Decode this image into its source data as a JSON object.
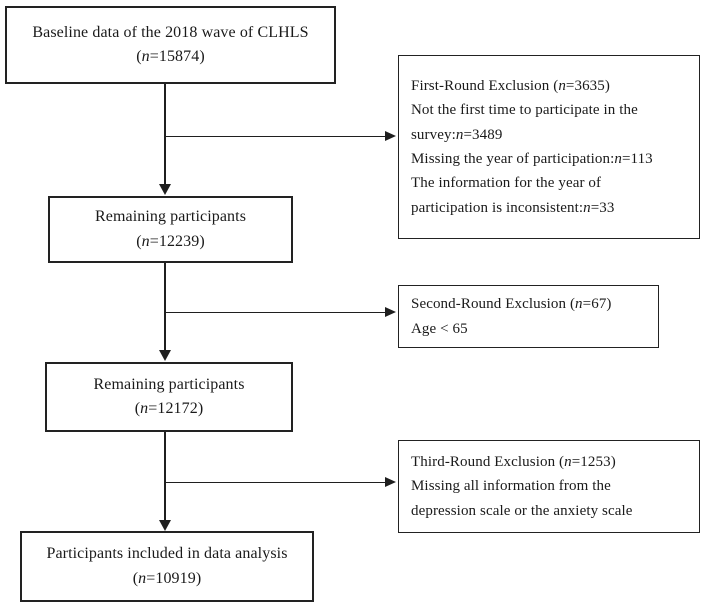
{
  "diagram": {
    "type": "flowchart",
    "title": "Participant selection flow diagram (CLHLS 2018)",
    "nodes": {
      "baseline": {
        "lines": [
          {
            "text": "Baseline data of the 2018 wave of CLHLS"
          },
          {
            "prefix": "(",
            "italic": "n",
            "suffix": "=15874)"
          }
        ]
      },
      "first_exclusion": {
        "lines": [
          {
            "text": "First-Round Exclusion (",
            "italic": "n",
            "suffix": "=3635)"
          },
          {
            "text": "Not the first time to participate in the"
          },
          {
            "text": "survey:",
            "italic": "n",
            "suffix": "=3489"
          },
          {
            "text": "Missing the year of participation:",
            "italic": "n",
            "suffix": "=113"
          },
          {
            "text": "The information for the year of"
          },
          {
            "text": "participation is inconsistent:",
            "italic": "n",
            "suffix": "=33"
          }
        ]
      },
      "remaining_1": {
        "lines": [
          {
            "text": "Remaining participants"
          },
          {
            "prefix": "(",
            "italic": "n",
            "suffix": "=12239)"
          }
        ]
      },
      "second_exclusion": {
        "lines": [
          {
            "text": "Second-Round Exclusion (",
            "italic": "n",
            "suffix": "=67)"
          },
          {
            "text": "Age < 65"
          }
        ]
      },
      "remaining_2": {
        "lines": [
          {
            "text": "Remaining participants"
          },
          {
            "prefix": "(",
            "italic": "n",
            "suffix": "=12172)"
          }
        ]
      },
      "third_exclusion": {
        "lines": [
          {
            "text": "Third-Round Exclusion (",
            "italic": "n",
            "suffix": "=1253)"
          },
          {
            "text": "Missing all information from the"
          },
          {
            "text": "depression scale or the anxiety scale"
          }
        ]
      },
      "final": {
        "lines": [
          {
            "text": "Participants included in data analysis"
          },
          {
            "prefix": "(",
            "italic": "n",
            "suffix": "=10919)"
          }
        ]
      }
    }
  }
}
